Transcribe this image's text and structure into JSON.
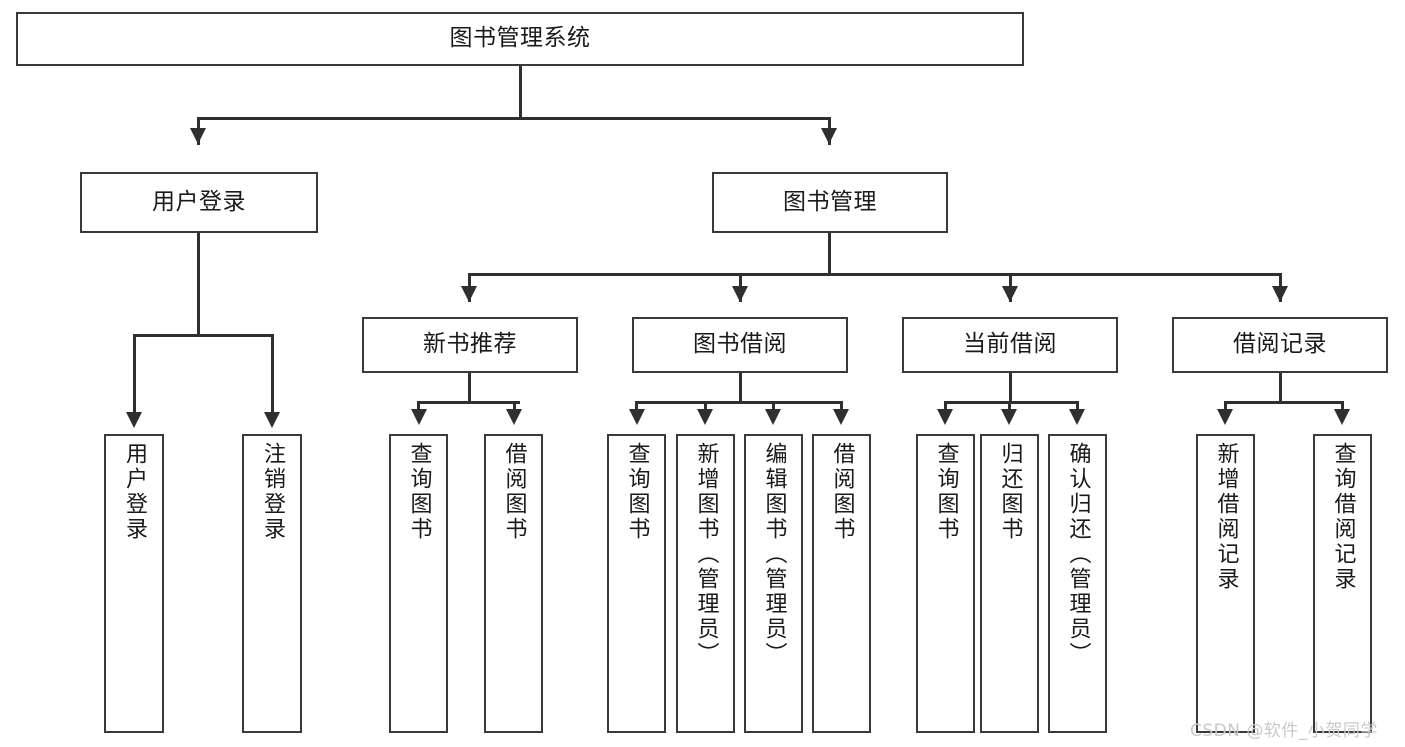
{
  "diagram": {
    "type": "tree-hierarchy",
    "title": "图书管理系统",
    "root": {
      "label": "图书管理系统"
    },
    "level1": [
      {
        "id": "user-login",
        "label": "用户登录"
      },
      {
        "id": "book-management",
        "label": "图书管理"
      }
    ],
    "level2": [
      {
        "id": "new-book-recommend",
        "label": "新书推荐",
        "parent": "book-management"
      },
      {
        "id": "book-borrow",
        "label": "图书借阅",
        "parent": "book-management"
      },
      {
        "id": "current-borrow",
        "label": "当前借阅",
        "parent": "book-management"
      },
      {
        "id": "borrow-record",
        "label": "借阅记录",
        "parent": "book-management"
      }
    ],
    "leaves": {
      "user_login": [
        {
          "id": "leaf-user-login",
          "label": "用户登录"
        },
        {
          "id": "leaf-logout-login",
          "label": "注销登录"
        }
      ],
      "new_book_recommend": [
        {
          "id": "leaf-query-book-1",
          "label": "查询图书"
        },
        {
          "id": "leaf-borrow-book-1",
          "label": "借阅图书"
        }
      ],
      "book_borrow": [
        {
          "id": "leaf-query-book-2",
          "label": "查询图书"
        },
        {
          "id": "leaf-add-book",
          "label": "新增图书（管理员）"
        },
        {
          "id": "leaf-edit-book",
          "label": "编辑图书（管理员）"
        },
        {
          "id": "leaf-borrow-book-2",
          "label": "借阅图书"
        }
      ],
      "current_borrow": [
        {
          "id": "leaf-query-book-3",
          "label": "查询图书"
        },
        {
          "id": "leaf-return-book",
          "label": "归还图书"
        },
        {
          "id": "leaf-confirm-return",
          "label": "确认归还（管理员）"
        }
      ],
      "borrow_record": [
        {
          "id": "leaf-add-record",
          "label": "新增借阅记录"
        },
        {
          "id": "leaf-query-record",
          "label": "查询借阅记录"
        }
      ]
    }
  },
  "watermark": {
    "text": "CSDN @软件_小贺同学"
  },
  "colors": {
    "border": "#3a3a3a",
    "connector": "#2f2f2f",
    "background": "#ffffff",
    "text": "#1a1a1a",
    "watermark": "#c9c9c9"
  }
}
